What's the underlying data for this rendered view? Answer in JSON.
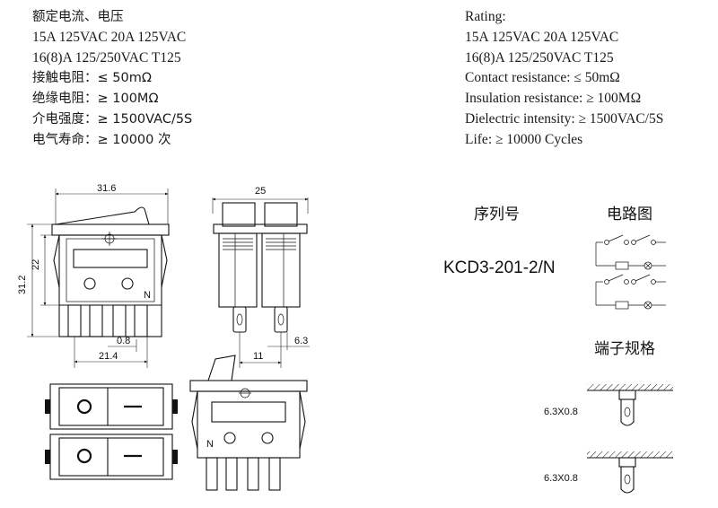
{
  "specs_cn": {
    "title": "额定电流、电压",
    "line1": "15A 125VAC  20A 125VAC",
    "line2": "16(8)A 125/250VAC T125",
    "contact": "接触电阻：≤ 50mΩ",
    "insulation": "绝缘电阻：≥ 100MΩ",
    "dielectric": "介电强度：≥ 1500VAC/5S",
    "life": "电气寿命：≥ 10000 次"
  },
  "specs_en": {
    "title": "Rating:",
    "line1": "15A 125VAC  20A 125VAC",
    "line2": "16(8)A 125/250VAC T125",
    "contact": "Contact resistance: ≤ 50mΩ",
    "insulation": "Insulation resistance: ≥ 100MΩ",
    "dielectric": "Dielectric intensity: ≥ 1500VAC/5S",
    "life": "Life: ≥ 10000 Cycles"
  },
  "dimensions": {
    "width": "31.6",
    "height_total": "31.2",
    "height_body": "22",
    "side_width": "25",
    "pin_thickness": "0.8",
    "pin_span": "21.4",
    "pin_spacing": "11",
    "pin_width": "6.3"
  },
  "labels": {
    "model_heading": "序列号",
    "model": "KCD3-201-2/N",
    "circuit_heading": "电路图",
    "terminal_heading": "端子规格",
    "terminal_1": "6.3X0.8",
    "terminal_2": "6.3X0.8",
    "n_mark_1": "N",
    "n_mark_2": "N"
  },
  "colors": {
    "line": "#111111",
    "background": "#ffffff"
  }
}
